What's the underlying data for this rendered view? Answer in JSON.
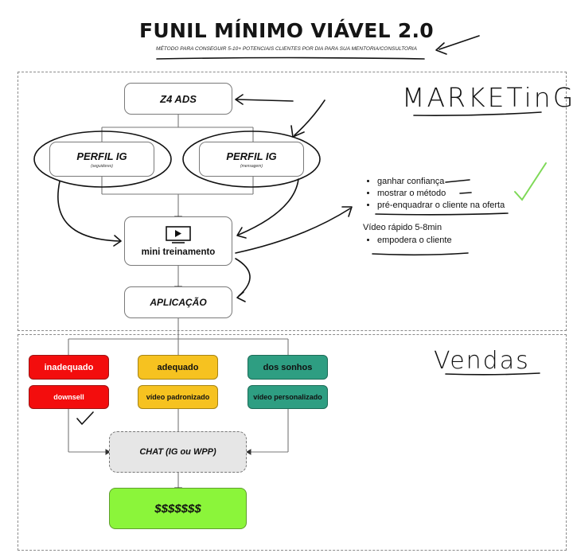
{
  "title": "FUNIL MÍNIMO VIÁVEL 2.0",
  "subtitle": "MÉTODO PARA CONSEGUIR 5-10+ POTENCIAIS CLIENTES POR DIA PARA SUA MENTORIA/CONSULTORIA",
  "marketing": {
    "label": "MARKETinG",
    "ads": "Z4 ADS",
    "perfil_left": {
      "title": "PERFIL IG",
      "caption": "(seguidores)"
    },
    "perfil_right": {
      "title": "PERFIL IG",
      "caption": "(mensagem)"
    },
    "training": "mini treinamento",
    "application": "APLICAÇÃO",
    "notes": {
      "bullets": [
        "ganhar confiança",
        "mostrar o método",
        "pré-enquadrar o cliente na oferta"
      ],
      "video": "Vídeo rápido 5-8min",
      "video_bullets": [
        "empodera o cliente"
      ]
    }
  },
  "vendas": {
    "label": "Vendas",
    "categories": [
      {
        "label": "inadequado",
        "action": "downsell",
        "color": "#f30d0d"
      },
      {
        "label": "adequado",
        "action": "vídeo padronizado",
        "color": "#f6c220"
      },
      {
        "label": "dos sonhos",
        "action": "vídeo personalizado",
        "color": "#2e9e82"
      }
    ],
    "chat": "CHAT (IG ou WPP)",
    "money": "$$$$$$$"
  },
  "colors": {
    "accent_check": "#7ed957",
    "chat_bg": "#e6e6e6",
    "money_bg": "#8bf53a"
  }
}
